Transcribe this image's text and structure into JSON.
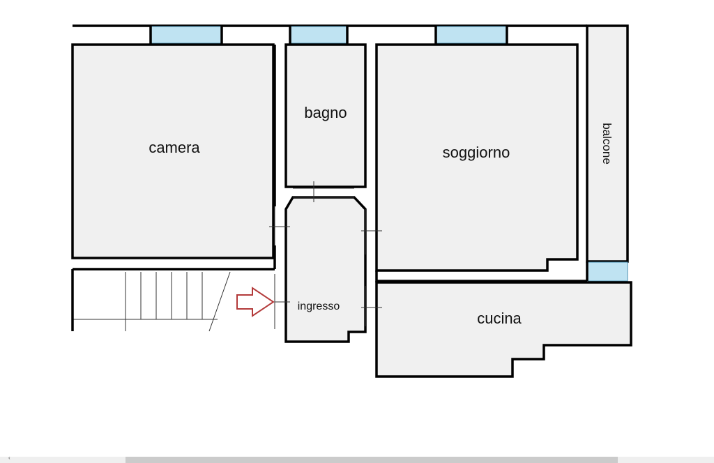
{
  "rooms": {
    "camera": "camera",
    "bagno": "bagno",
    "soggiorno": "soggiorno",
    "balcone": "balcone",
    "ingresso": "ingresso",
    "cucina": "cucina"
  },
  "colors": {
    "room_fill": "#f0f0f0",
    "window": "#bfe3f2",
    "entry_arrow": "#b33a3a"
  },
  "icons": {
    "entry": "arrow-right-outline",
    "scroll_left": "chevron-left"
  },
  "scrollbar": {
    "left_arrow": "‹"
  }
}
